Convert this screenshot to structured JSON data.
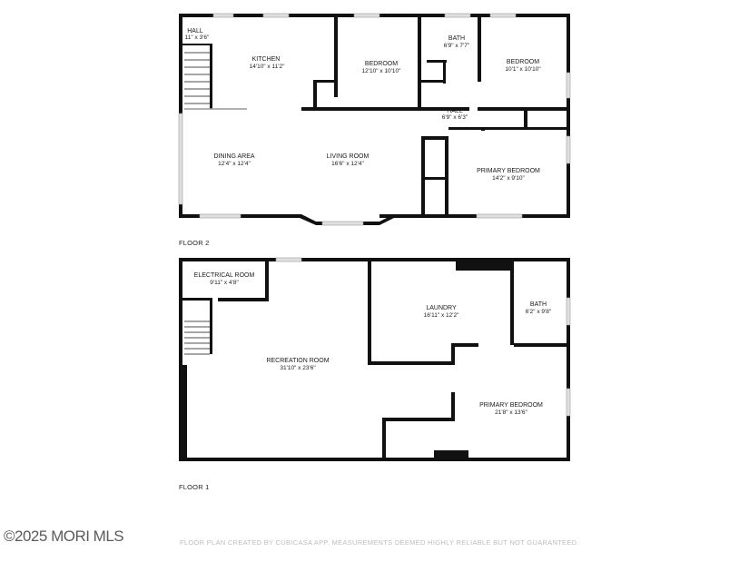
{
  "floors": [
    {
      "label": "FLOOR 2",
      "rooms": [
        {
          "name": "HALL",
          "dims": "11\" x 3'6\""
        },
        {
          "name": "KITCHEN",
          "dims": "14'10\" x 11'2\""
        },
        {
          "name": "BEDROOM",
          "dims": "12'10\" x 10'10\""
        },
        {
          "name": "BATH",
          "dims": "6'9\" x 7'7\""
        },
        {
          "name": "BEDROOM",
          "dims": "10'1\" x 10'10\""
        },
        {
          "name": "HALL",
          "dims": "6'9\" x 6'3\""
        },
        {
          "name": "DINING AREA",
          "dims": "12'4\" x 12'4\""
        },
        {
          "name": "LIVING ROOM",
          "dims": "16'6\" x 12'4\""
        },
        {
          "name": "PRIMARY BEDROOM",
          "dims": "14'2\" x 9'10\""
        }
      ]
    },
    {
      "label": "FLOOR 1",
      "rooms": [
        {
          "name": "ELECTRICAL ROOM",
          "dims": "9'11\" x 4'8\""
        },
        {
          "name": "LAUNDRY",
          "dims": "16'11\" x 12'2\""
        },
        {
          "name": "BATH",
          "dims": "6'2\" x 9'8\""
        },
        {
          "name": "RECREATION ROOM",
          "dims": "31'10\" x 23'6\""
        },
        {
          "name": "PRIMARY BEDROOM",
          "dims": "21'8\" x 13'6\""
        }
      ]
    }
  ],
  "copyright": "©2025 MORI MLS",
  "disclaimer": "FLOOR PLAN CREATED BY CUBICASA APP. MEASUREMENTS DEEMED HIGHLY RELIABLE BUT NOT GUARANTEED.",
  "colors": {
    "wall": "#111111",
    "window": "#d9d9d9",
    "background": "#ffffff"
  }
}
